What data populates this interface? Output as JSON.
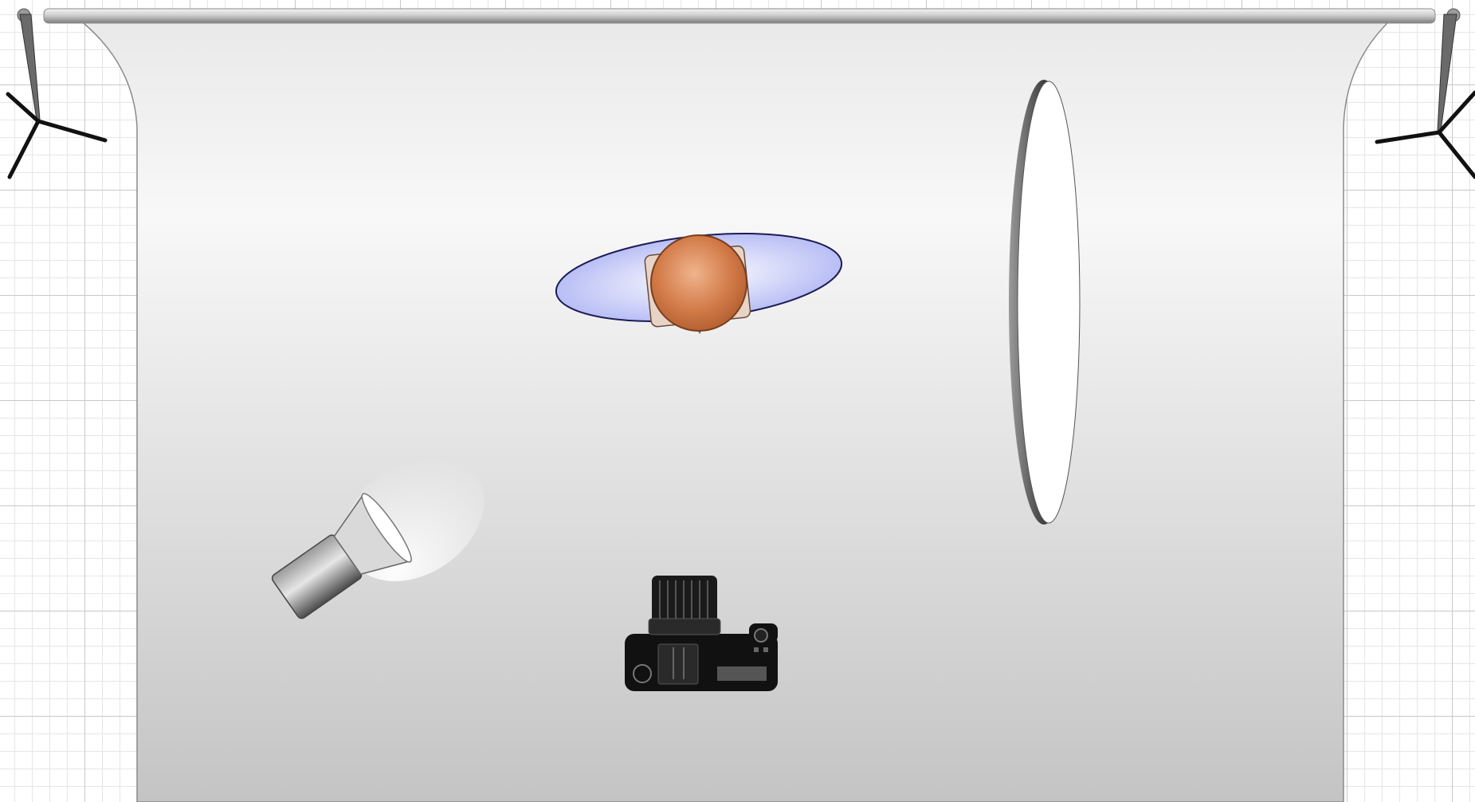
{
  "diagram": {
    "type": "studio-lighting-setup",
    "grid": true,
    "elements": [
      {
        "name": "backdrop-paper",
        "icon": "backdrop-icon"
      },
      {
        "name": "backdrop-stand-left",
        "icon": "light-stand-icon"
      },
      {
        "name": "backdrop-stand-right",
        "icon": "light-stand-icon"
      },
      {
        "name": "model",
        "icon": "person-top-view-icon"
      },
      {
        "name": "reflector",
        "icon": "reflector-icon"
      },
      {
        "name": "studio-light",
        "icon": "strobe-light-icon"
      },
      {
        "name": "camera",
        "icon": "camera-icon"
      }
    ],
    "colors": {
      "grid_major": "#c8c8c8",
      "grid_minor": "#e6e6e6",
      "backdrop_top": "#f7f7f7",
      "backdrop_bottom": "#c4c4c4",
      "model_head": "#d27a48",
      "model_shoulders": "#b9bff5",
      "camera_body": "#111111",
      "reflector_rim": "#555555"
    }
  }
}
